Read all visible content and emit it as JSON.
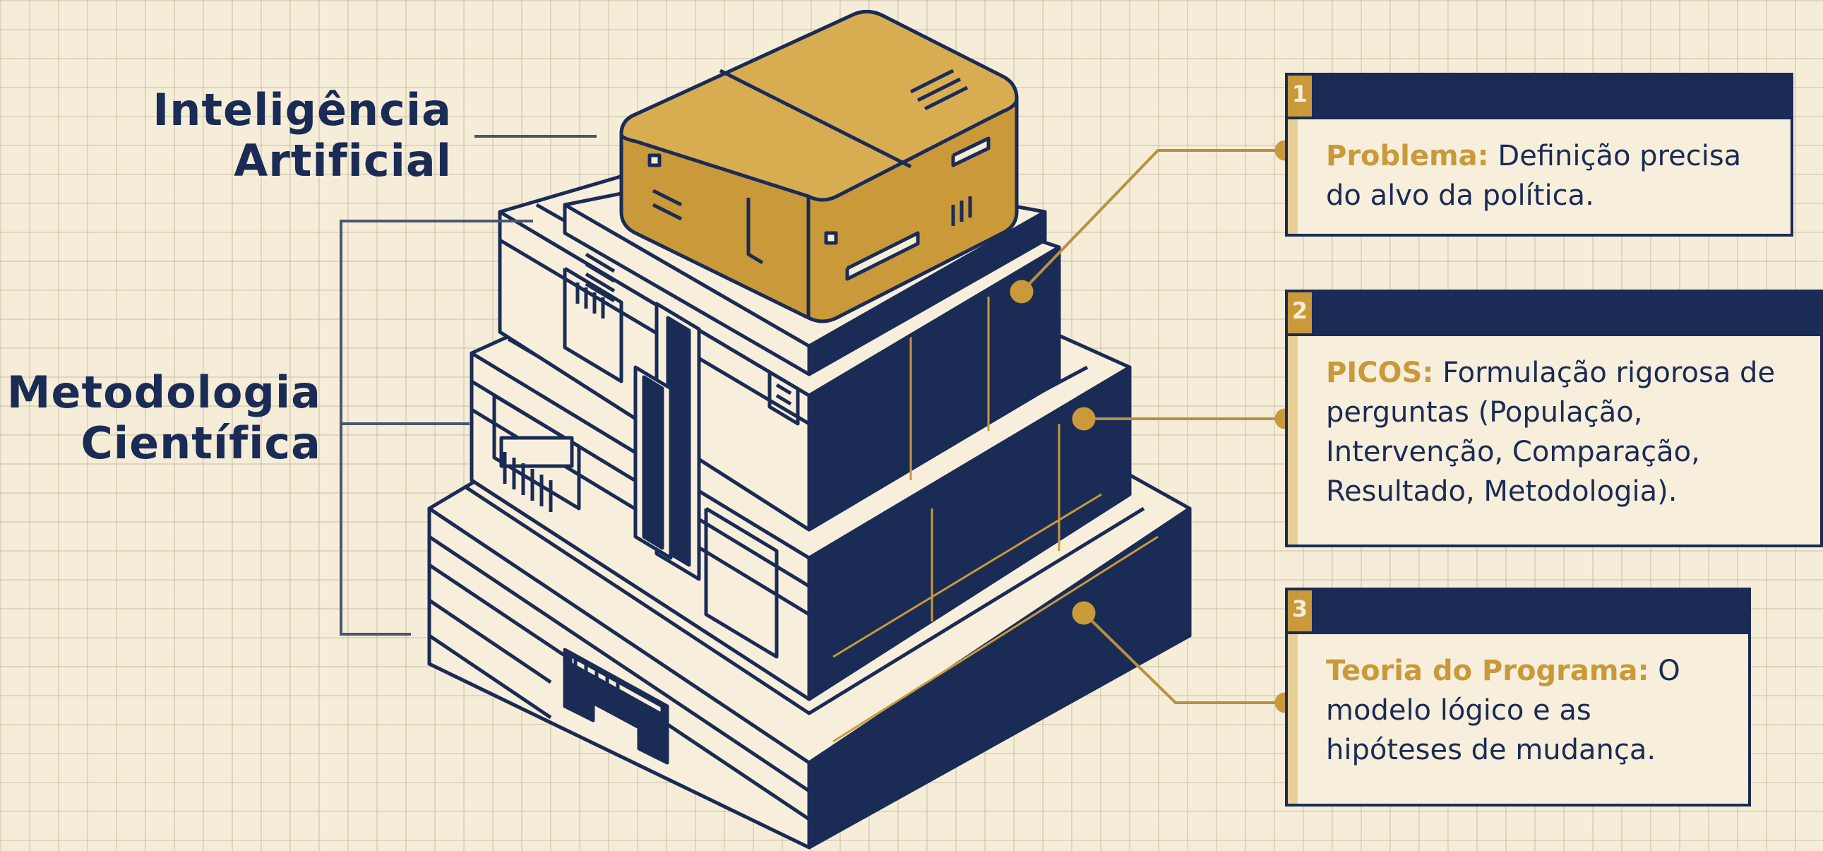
{
  "labels": {
    "ai": [
      "Inteligência",
      "Artificial"
    ],
    "method": [
      "Metodologia",
      "Científica"
    ]
  },
  "steps": [
    {
      "number": "1",
      "title": "Problema:",
      "text": "Definição precisa do alvo da política."
    },
    {
      "number": "2",
      "title": "PICOS:",
      "text": "Formulação rigorosa de perguntas (População, Intervenção, Comparação, Resultado, Metodologia)."
    },
    {
      "number": "3",
      "title": "Teoria do Programa:",
      "text": "O modelo lógico e as hipóteses de mudança."
    }
  ],
  "colors": {
    "navy": "#1a2b55",
    "gold": "#c9993a",
    "cream": "#f7efdc",
    "background": "#f5edd8"
  }
}
